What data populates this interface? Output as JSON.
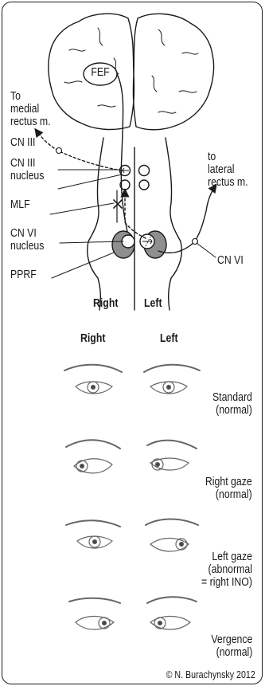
{
  "brain": {
    "fef": "FEF",
    "to_medial": "To\nmedial\nrectus m.",
    "cn3": "CN III",
    "cn3_nucleus": "CN III\nnucleus",
    "mlf": "MLF",
    "cn6_nucleus": "CN VI\nnucleus",
    "pprf": "PPRF",
    "to_lateral": "to\nlateral\nrectus m.",
    "cn6": "CN VI",
    "side_right": "Right",
    "side_left": "Left"
  },
  "eyes": {
    "col_right": "Right",
    "col_left": "Left",
    "rows": [
      {
        "caption": "Standard\n(normal)"
      },
      {
        "caption": "Right gaze\n(normal)"
      },
      {
        "caption": "Left gaze\n(abnormal\n= right INO)"
      },
      {
        "caption": "Vergence\n(normal)"
      }
    ]
  },
  "credit": "© N. Burachynsky 2012",
  "colors": {
    "nucleus_fill": "#8f8f8f",
    "line": "#1a1a1a"
  }
}
